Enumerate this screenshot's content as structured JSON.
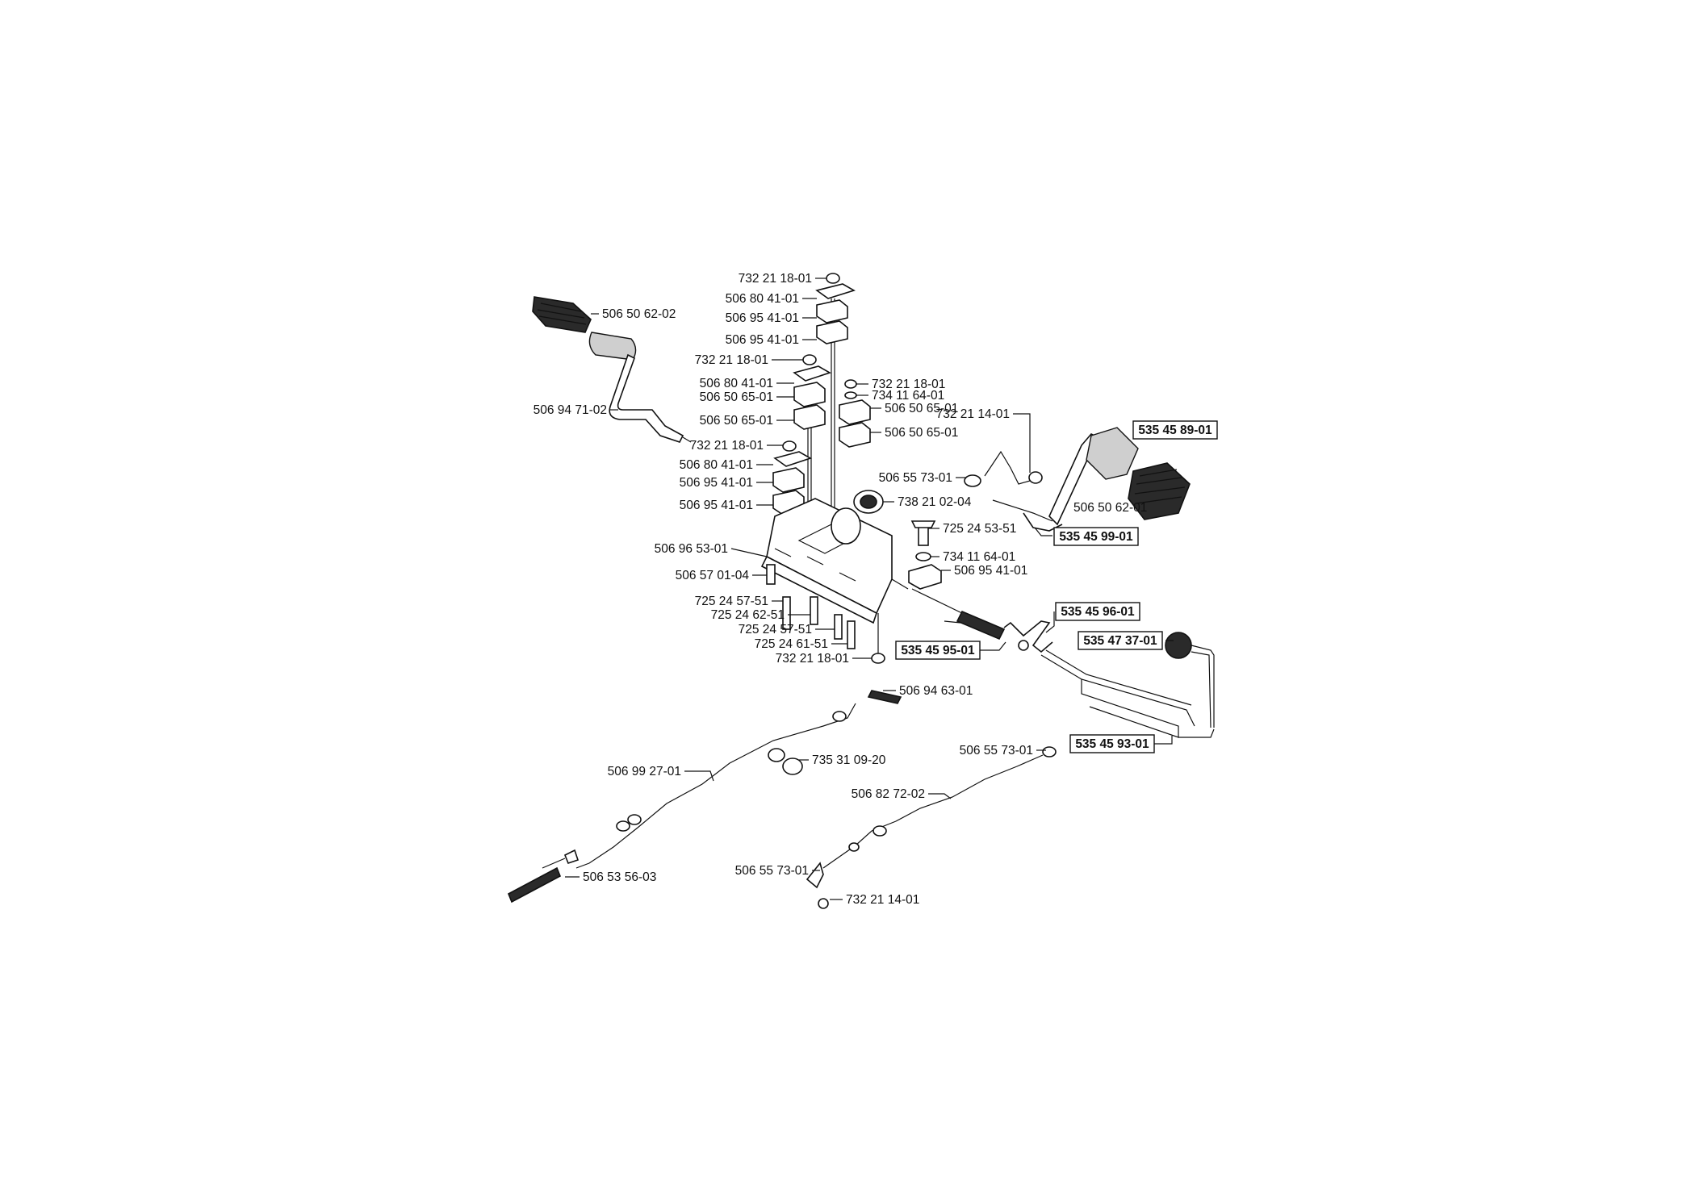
{
  "labels": [
    {
      "id": "l01",
      "text": "732 21 18-01",
      "boxed": false
    },
    {
      "id": "l02",
      "text": "506 80 41-01",
      "boxed": false
    },
    {
      "id": "l03",
      "text": "506 95 41-01",
      "boxed": false
    },
    {
      "id": "l04",
      "text": "506 95 41-01",
      "boxed": false
    },
    {
      "id": "l05",
      "text": "506 50 62-02",
      "boxed": false
    },
    {
      "id": "l06",
      "text": "732 21 18-01",
      "boxed": false
    },
    {
      "id": "l07",
      "text": "506 80 41-01",
      "boxed": false
    },
    {
      "id": "l08",
      "text": "506 50 65-01",
      "boxed": false
    },
    {
      "id": "l09",
      "text": "506 50 65-01",
      "boxed": false
    },
    {
      "id": "l10",
      "text": "732 21 18-01",
      "boxed": false
    },
    {
      "id": "l11",
      "text": "734 11 64-01",
      "boxed": false
    },
    {
      "id": "l12",
      "text": "506 50 65-01",
      "boxed": false
    },
    {
      "id": "l13",
      "text": "506 50 65-01",
      "boxed": false
    },
    {
      "id": "l14",
      "text": "506 94 71-02",
      "boxed": false
    },
    {
      "id": "l15",
      "text": "732 21 18-01",
      "boxed": false
    },
    {
      "id": "l16",
      "text": "506 80 41-01",
      "boxed": false
    },
    {
      "id": "l17",
      "text": "506 95 41-01",
      "boxed": false
    },
    {
      "id": "l18",
      "text": "506 95 41-01",
      "boxed": false
    },
    {
      "id": "l19",
      "text": "732 21 14-01",
      "boxed": false
    },
    {
      "id": "l20",
      "text": "535 45 89-01",
      "boxed": true
    },
    {
      "id": "l21",
      "text": "506 55 73-01",
      "boxed": false
    },
    {
      "id": "l22",
      "text": "738 21 02-04",
      "boxed": false
    },
    {
      "id": "l23",
      "text": "506 50 62-01",
      "boxed": false
    },
    {
      "id": "l24",
      "text": "535 45 99-01",
      "boxed": true
    },
    {
      "id": "l25",
      "text": "725 24 53-51",
      "boxed": false
    },
    {
      "id": "l26",
      "text": "506 96 53-01",
      "boxed": false
    },
    {
      "id": "l27",
      "text": "734 11 64-01",
      "boxed": false
    },
    {
      "id": "l28",
      "text": "506 95 41-01",
      "boxed": false
    },
    {
      "id": "l29",
      "text": "506 57 01-04",
      "boxed": false
    },
    {
      "id": "l30",
      "text": "725 24 57-51",
      "boxed": false
    },
    {
      "id": "l31",
      "text": "725 24 62-51",
      "boxed": false
    },
    {
      "id": "l32",
      "text": "725 24 57-51",
      "boxed": false
    },
    {
      "id": "l33",
      "text": "725 24 61-51",
      "boxed": false
    },
    {
      "id": "l34",
      "text": "732 21 18-01",
      "boxed": false
    },
    {
      "id": "l35",
      "text": "535 45 96-01",
      "boxed": true
    },
    {
      "id": "l36",
      "text": "535 47 37-01",
      "boxed": true
    },
    {
      "id": "l37",
      "text": "535 45 95-01",
      "boxed": true
    },
    {
      "id": "l38",
      "text": "506 94 63-01",
      "boxed": false
    },
    {
      "id": "l39",
      "text": "506 55 73-01",
      "boxed": false
    },
    {
      "id": "l40",
      "text": "535 45 93-01",
      "boxed": true
    },
    {
      "id": "l41",
      "text": "735 31 09-20",
      "boxed": false
    },
    {
      "id": "l42",
      "text": "506 99 27-01",
      "boxed": false
    },
    {
      "id": "l43",
      "text": "506 82 72-02",
      "boxed": false
    },
    {
      "id": "l44",
      "text": "506 55 73-01",
      "boxed": false
    },
    {
      "id": "l45",
      "text": "506 53 56-03",
      "boxed": false
    },
    {
      "id": "l46",
      "text": "732 21 14-01",
      "boxed": false
    }
  ]
}
